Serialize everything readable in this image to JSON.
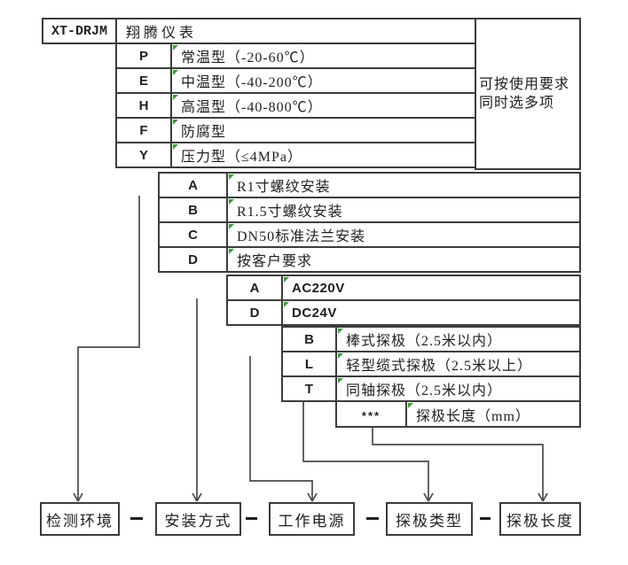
{
  "header": {
    "model_code": "XT-DRJM",
    "brand": "翔腾仪表"
  },
  "side_note": {
    "line1": "可按使用要求",
    "line2": "同时选多项"
  },
  "temperature": {
    "rows": [
      {
        "code": "P",
        "label": "常温型（-20-60℃）"
      },
      {
        "code": "E",
        "label": "中温型（-40-200℃）"
      },
      {
        "code": "H",
        "label": "高温型（-40-800℃）"
      },
      {
        "code": "F",
        "label": "防腐型"
      },
      {
        "code": "Y",
        "label": "压力型（≤4MPa）"
      }
    ]
  },
  "mounting": {
    "rows": [
      {
        "code": "A",
        "label": "R1寸螺纹安装"
      },
      {
        "code": "B",
        "label": "R1.5寸螺纹安装"
      },
      {
        "code": "C",
        "label": "DN50标准法兰安装"
      },
      {
        "code": "D",
        "label": "按客户要求"
      }
    ]
  },
  "power": {
    "rows": [
      {
        "code": "A",
        "label": "AC220V"
      },
      {
        "code": "D",
        "label": "DC24V"
      }
    ]
  },
  "probe_type": {
    "rows": [
      {
        "code": "B",
        "label": "棒式探极（2.5米以内）"
      },
      {
        "code": "L",
        "label": "轻型缆式探极（2.5米以上）"
      },
      {
        "code": "T",
        "label": "同轴探极（2.5米以内）"
      }
    ]
  },
  "probe_length": {
    "code": "***",
    "label": "探极长度（mm）"
  },
  "bottom_boxes": [
    {
      "label": "检测环境"
    },
    {
      "label": "安装方式"
    },
    {
      "label": "工作电源"
    },
    {
      "label": "探极类型"
    },
    {
      "label": "探极长度"
    }
  ],
  "colors": {
    "line": "#3c3c3c",
    "leader": "#4a4a4a",
    "text": "#1f1f1f",
    "mark": "#3a9a3a",
    "background": "#ffffff"
  }
}
